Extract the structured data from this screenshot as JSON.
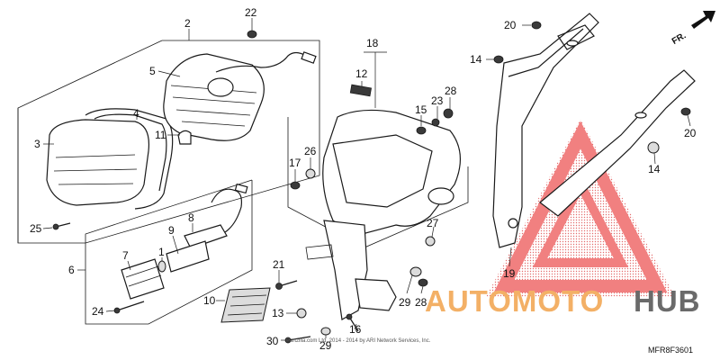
{
  "diagram": {
    "callouts": [
      {
        "id": "c2",
        "text": "2"
      },
      {
        "id": "c22",
        "text": "22"
      },
      {
        "id": "c5",
        "text": "5"
      },
      {
        "id": "c4",
        "text": "4"
      },
      {
        "id": "c3",
        "text": "3"
      },
      {
        "id": "c11",
        "text": "11"
      },
      {
        "id": "c25",
        "text": "25"
      },
      {
        "id": "c18",
        "text": "18"
      },
      {
        "id": "c12",
        "text": "12"
      },
      {
        "id": "c15",
        "text": "15"
      },
      {
        "id": "c23",
        "text": "23"
      },
      {
        "id": "c28a",
        "text": "28"
      },
      {
        "id": "c17",
        "text": "17"
      },
      {
        "id": "c26",
        "text": "26"
      },
      {
        "id": "c27",
        "text": "27"
      },
      {
        "id": "c20a",
        "text": "20"
      },
      {
        "id": "c14a",
        "text": "14"
      },
      {
        "id": "c20b",
        "text": "20"
      },
      {
        "id": "c14b",
        "text": "14"
      },
      {
        "id": "c19",
        "text": "19"
      },
      {
        "id": "c8",
        "text": "8"
      },
      {
        "id": "c9",
        "text": "9"
      },
      {
        "id": "c7",
        "text": "7"
      },
      {
        "id": "c1",
        "text": "1"
      },
      {
        "id": "c6",
        "text": "6"
      },
      {
        "id": "c24",
        "text": "24"
      },
      {
        "id": "c10",
        "text": "10"
      },
      {
        "id": "c21",
        "text": "21"
      },
      {
        "id": "c13",
        "text": "13"
      },
      {
        "id": "c16",
        "text": "16"
      },
      {
        "id": "c29a",
        "text": "29"
      },
      {
        "id": "c28b",
        "text": "28"
      },
      {
        "id": "c30",
        "text": "30"
      },
      {
        "id": "c29b",
        "text": "29"
      }
    ],
    "direction_label": "FR.",
    "diagram_code": "MFR8F3601",
    "copyright": "Partzilla.com Ltd. 2014 - 2014 by ARI Network Services, Inc."
  },
  "watermark": {
    "text_a": "AUTOMOTO",
    "text_b": "HUB",
    "color_accent": "#f3b066",
    "color_dark": "#6a6a6a",
    "color_logo": "#ef6a6a"
  }
}
